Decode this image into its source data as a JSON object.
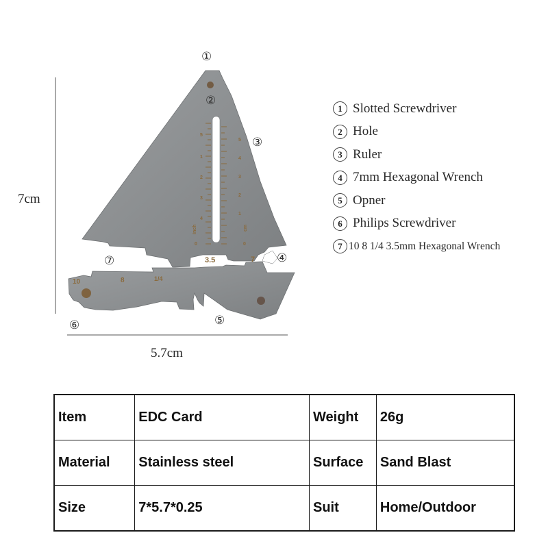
{
  "dimensions": {
    "height": "7cm",
    "width": "5.7cm"
  },
  "card_markings": {
    "ruler_left": [
      "1",
      "2",
      "3",
      "4",
      "5",
      "0"
    ],
    "ruler_right": [
      "5",
      "4",
      "3",
      "2",
      "1",
      "0"
    ],
    "unit_left": "inch",
    "unit_right": "cm",
    "wrench_35": "3.5",
    "wrench_7": "7",
    "wrench_10": "10",
    "wrench_8": "8",
    "wrench_14": "1/4"
  },
  "callouts": [
    "①",
    "②",
    "③",
    "④",
    "⑤",
    "⑥",
    "⑦"
  ],
  "legend": [
    {
      "num": "1",
      "text": "Slotted Screwdriver"
    },
    {
      "num": "2",
      "text": "Hole"
    },
    {
      "num": "3",
      "text": "Ruler"
    },
    {
      "num": "4",
      "text": "7mm Hexagonal Wrench"
    },
    {
      "num": "5",
      "text": "Opner"
    },
    {
      "num": "6",
      "text": "Philips Screwdriver"
    },
    {
      "num": "7",
      "text": "10 8 1/4 3.5mm Hexagonal Wrench"
    }
  ],
  "specs": {
    "rows": [
      [
        "Item",
        "EDC Card",
        "Weight",
        "26g"
      ],
      [
        "Material",
        "Stainless steel",
        "Surface",
        "Sand Blast"
      ],
      [
        "Size",
        "7*5.7*0.25",
        "Suit",
        "Home/Outdoor"
      ]
    ]
  },
  "colors": {
    "steel": "#8e9193",
    "steel_dark": "#6f7274",
    "etch": "#8a6a3c"
  }
}
